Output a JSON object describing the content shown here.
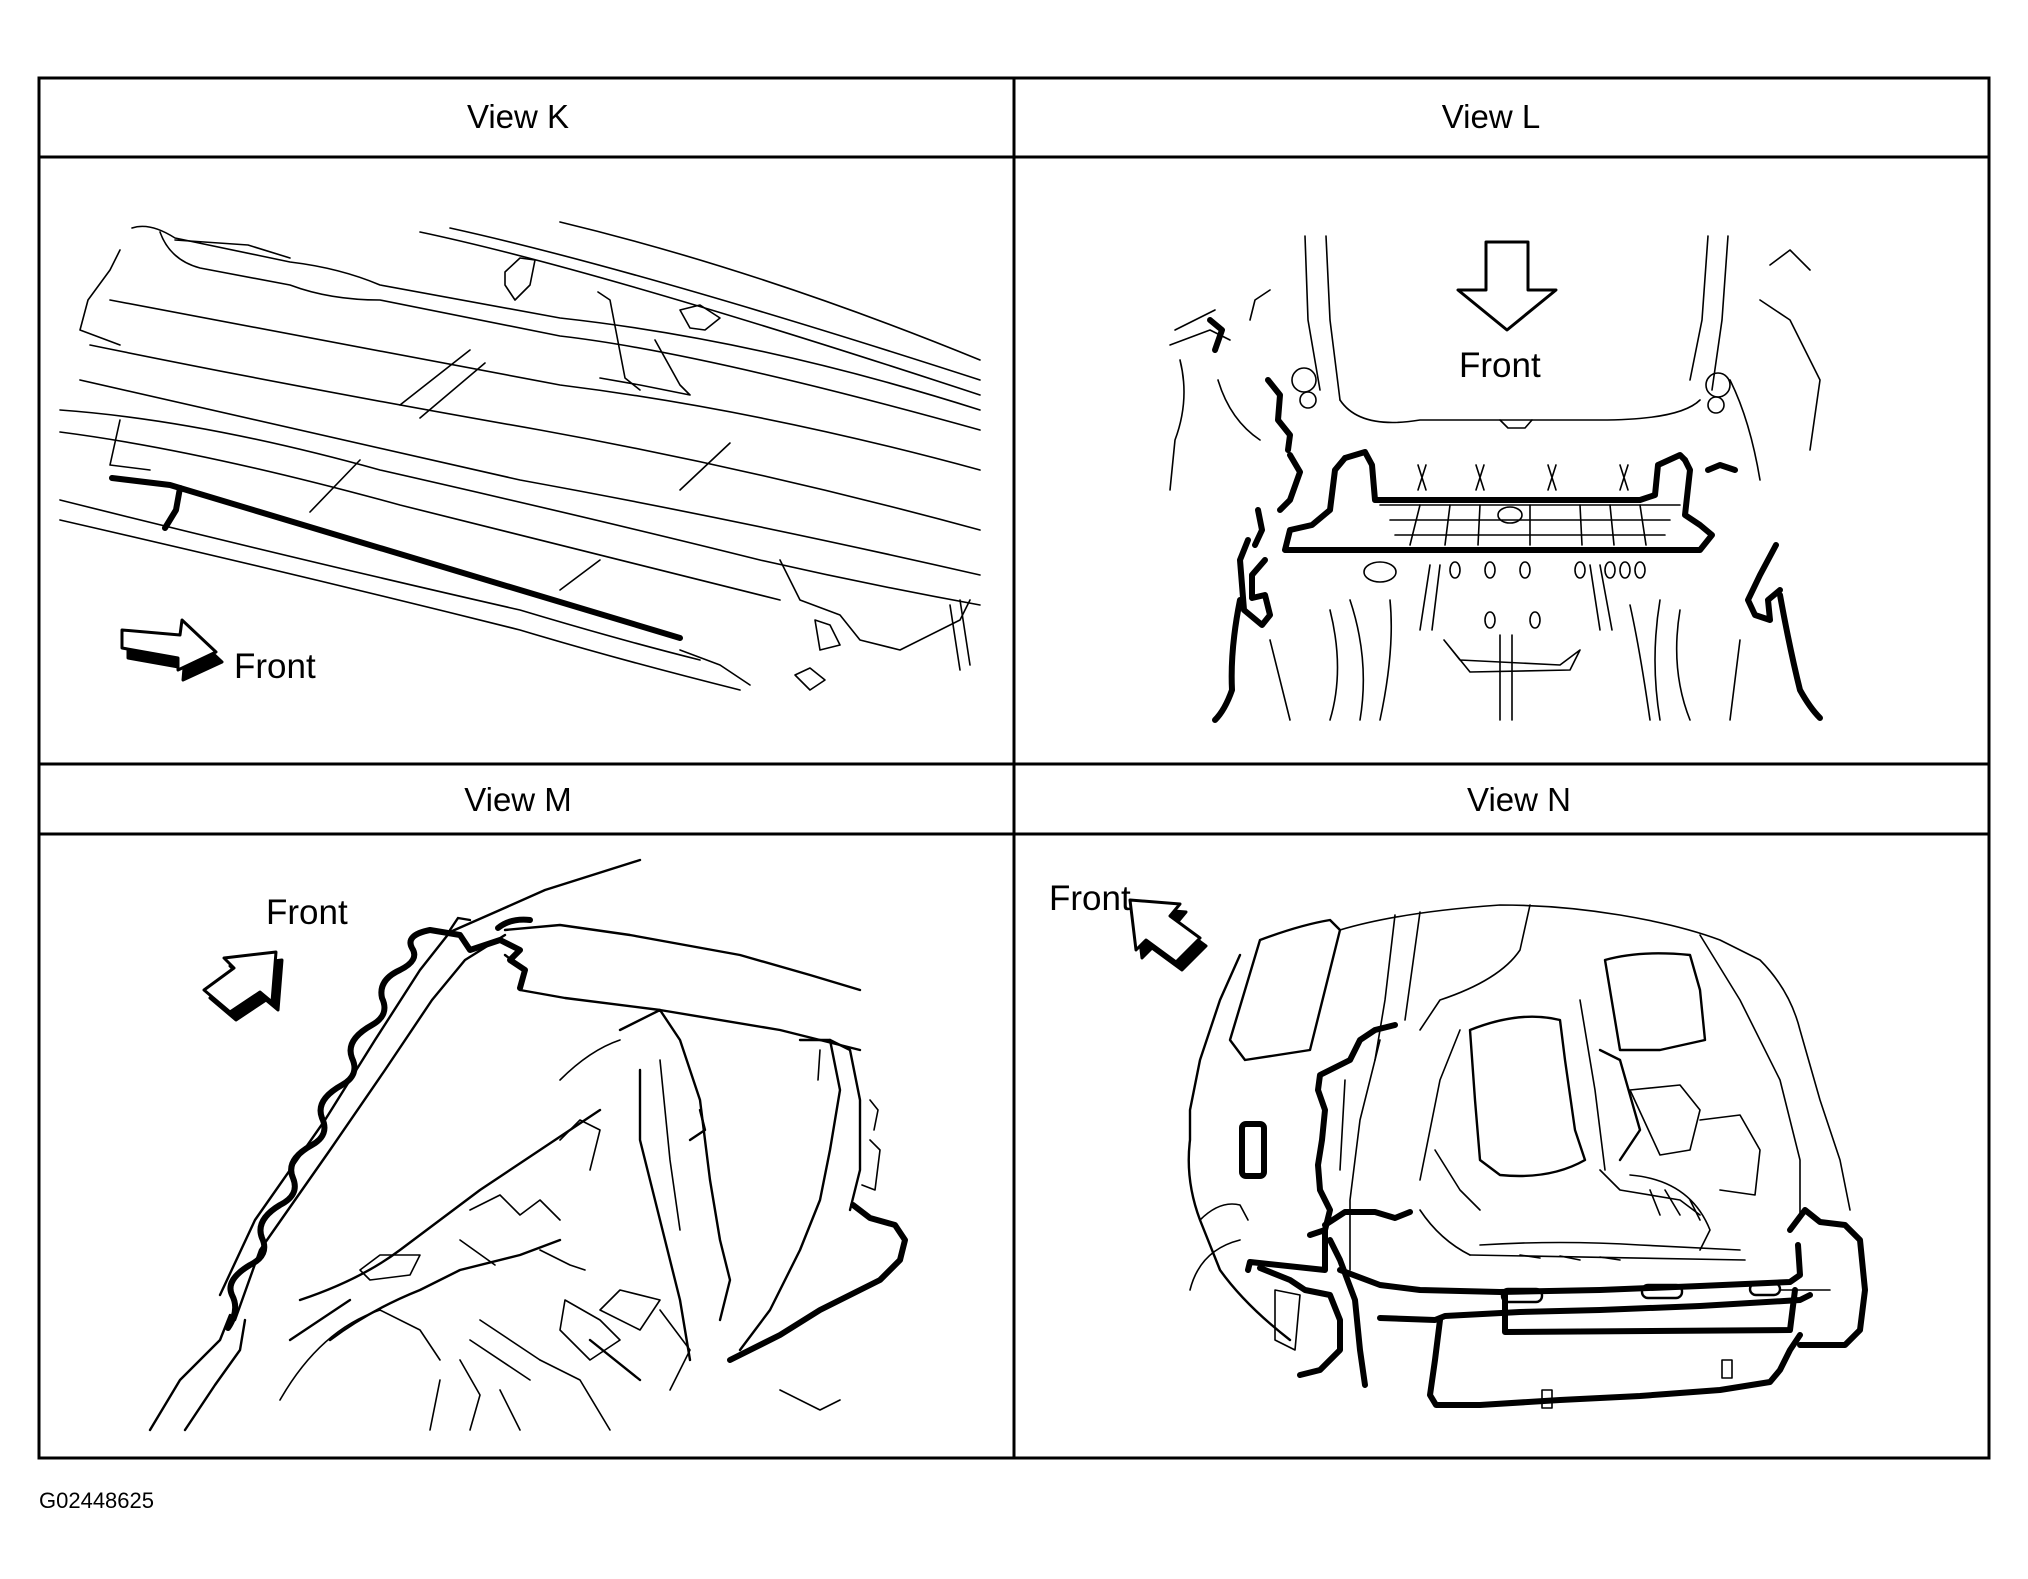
{
  "figure_id": "G02448625",
  "panels": [
    {
      "title": "View K",
      "direction_label": "Front"
    },
    {
      "title": "View L",
      "direction_label": "Front"
    },
    {
      "title": "View M",
      "direction_label": "Front"
    },
    {
      "title": "View N",
      "direction_label": "Front"
    }
  ]
}
